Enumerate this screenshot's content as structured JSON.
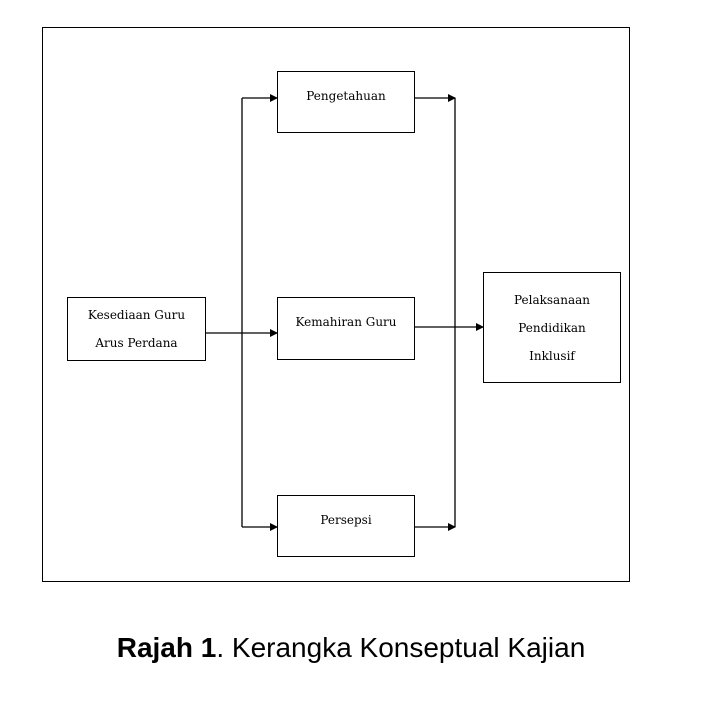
{
  "diagram": {
    "nodes": {
      "kesediaan": {
        "line1": "Kesediaan Guru",
        "line2": "Arus Perdana"
      },
      "pengetahuan": {
        "label": "Pengetahuan"
      },
      "kemahiran": {
        "label": "Kemahiran Guru"
      },
      "persepsi": {
        "label": "Persepsi"
      },
      "pelaksanaan": {
        "line1": "Pelaksanaan",
        "line2": "Pendidikan",
        "line3": "Inklusif"
      }
    },
    "edges": [
      {
        "from": "kesediaan",
        "to": "pengetahuan"
      },
      {
        "from": "kesediaan",
        "to": "kemahiran"
      },
      {
        "from": "kesediaan",
        "to": "persepsi"
      },
      {
        "from": "pengetahuan",
        "to": "pelaksanaan"
      },
      {
        "from": "kemahiran",
        "to": "pelaksanaan"
      },
      {
        "from": "persepsi",
        "to": "pelaksanaan"
      }
    ]
  },
  "caption": {
    "bold": "Rajah 1",
    "rest": ". Kerangka Konseptual Kajian"
  }
}
